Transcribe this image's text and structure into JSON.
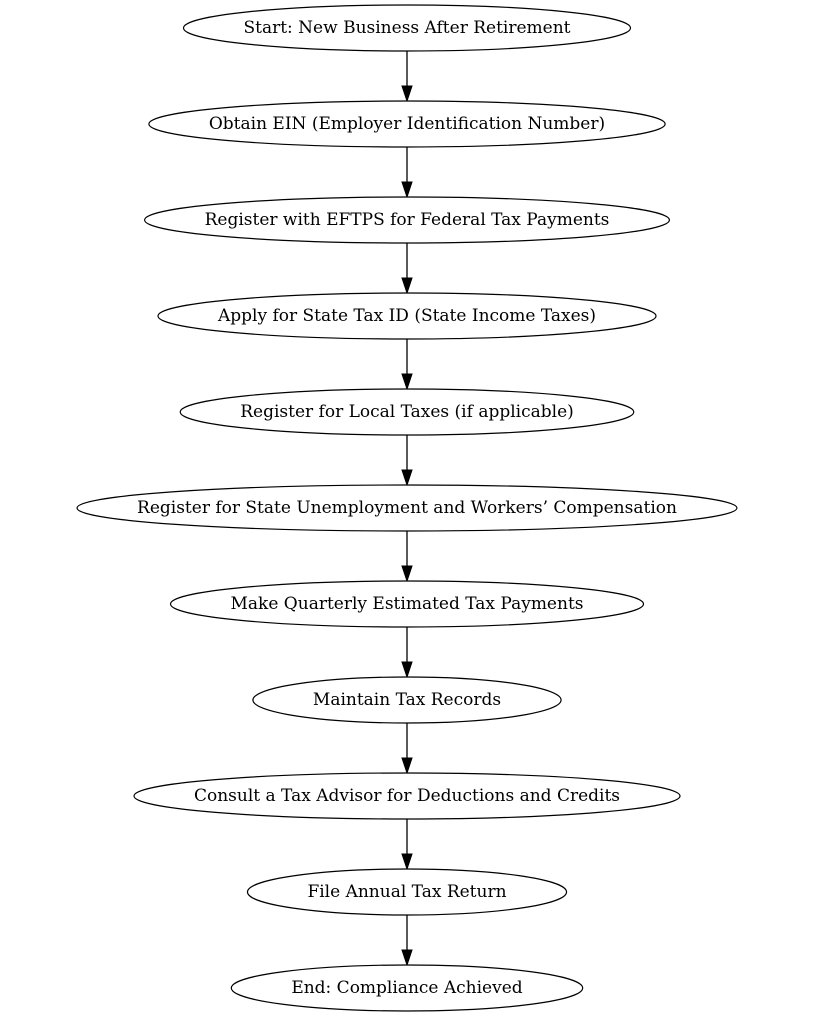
{
  "flowchart": {
    "nodes": [
      {
        "id": "start",
        "label": "Start: New Business After Retirement"
      },
      {
        "id": "ein",
        "label": "Obtain EIN (Employer Identification Number)"
      },
      {
        "id": "eftps",
        "label": "Register with EFTPS for Federal Tax Payments"
      },
      {
        "id": "state_tax_id",
        "label": "Apply for State Tax ID (State Income Taxes)"
      },
      {
        "id": "local_taxes",
        "label": "Register for Local Taxes (if applicable)"
      },
      {
        "id": "unemployment",
        "label": "Register for State Unemployment and Workers’ Compensation"
      },
      {
        "id": "quarterly",
        "label": "Make Quarterly Estimated Tax Payments"
      },
      {
        "id": "records",
        "label": "Maintain Tax Records"
      },
      {
        "id": "advisor",
        "label": "Consult a Tax Advisor for Deductions and Credits"
      },
      {
        "id": "annual_return",
        "label": "File Annual Tax Return"
      },
      {
        "id": "end",
        "label": "End: Compliance Achieved"
      }
    ],
    "edges": [
      {
        "from": "start",
        "to": "ein"
      },
      {
        "from": "ein",
        "to": "eftps"
      },
      {
        "from": "eftps",
        "to": "state_tax_id"
      },
      {
        "from": "state_tax_id",
        "to": "local_taxes"
      },
      {
        "from": "local_taxes",
        "to": "unemployment"
      },
      {
        "from": "unemployment",
        "to": "quarterly"
      },
      {
        "from": "quarterly",
        "to": "records"
      },
      {
        "from": "records",
        "to": "advisor"
      },
      {
        "from": "advisor",
        "to": "annual_return"
      },
      {
        "from": "annual_return",
        "to": "end"
      }
    ],
    "colors": {
      "stroke": "#000000",
      "fill": "#ffffff",
      "text": "#000000"
    }
  }
}
